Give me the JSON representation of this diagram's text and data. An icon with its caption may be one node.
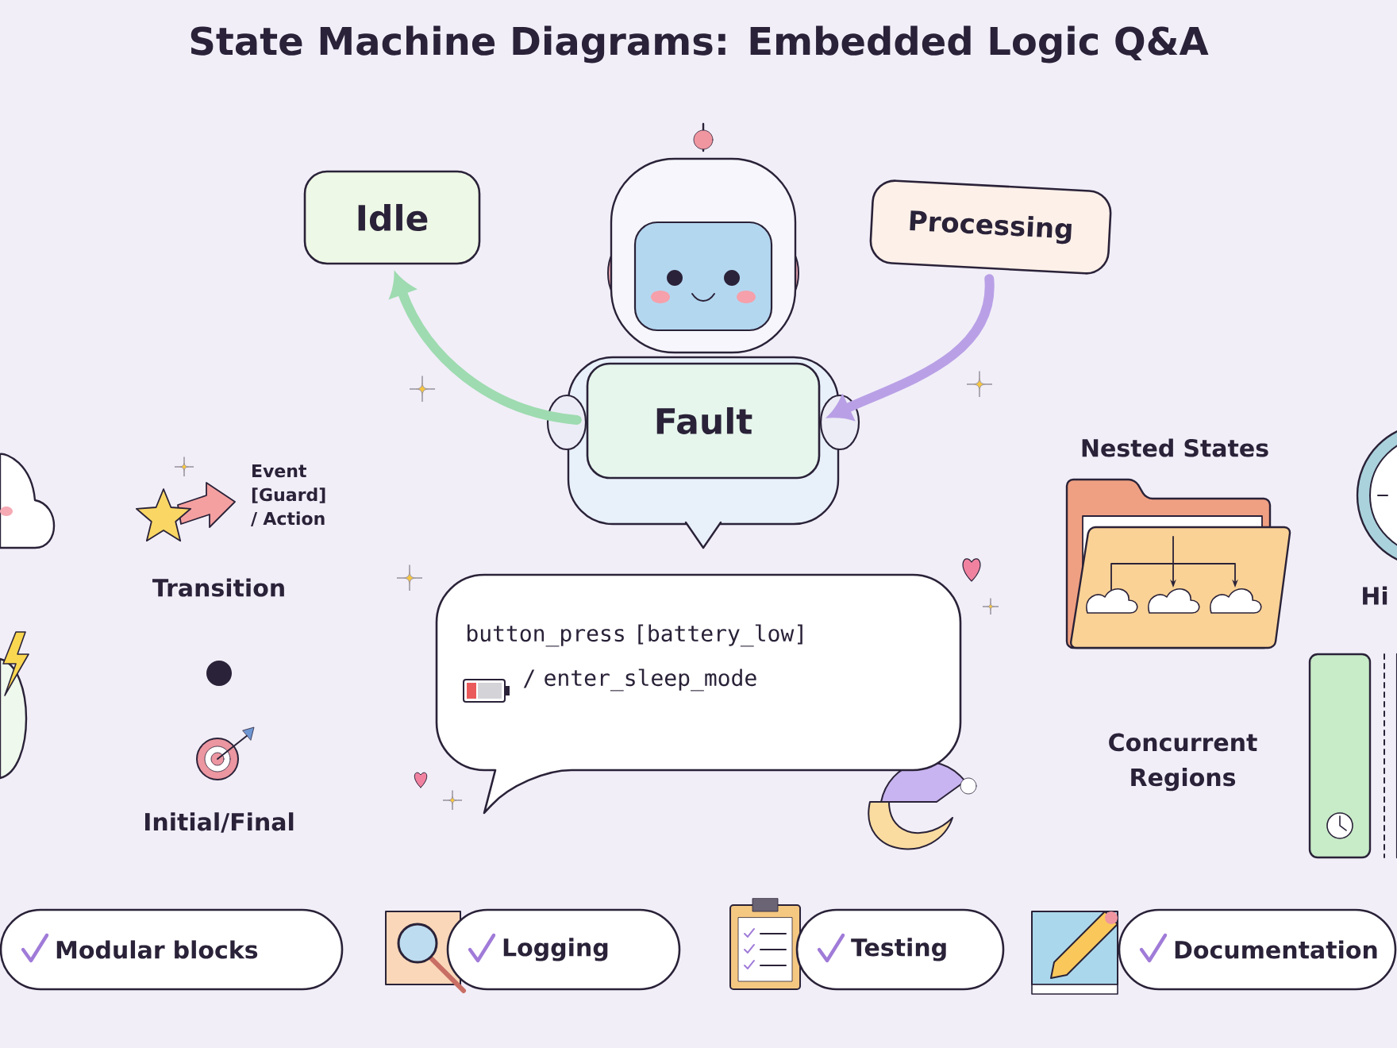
{
  "diagram": {
    "title": "State Machine Diagrams: Embedded Logic Q&A",
    "nodes": [
      {
        "text": [
          "Idle"
        ]
      },
      {
        "text": [
          "Processing"
        ]
      },
      {
        "text": [
          "Fault"
        ]
      },
      {
        "text": [
          "button_press [battery_low] / enter_sleep_mode"
        ]
      },
      {
        "text": [
          "Modular blocks"
        ]
      },
      {
        "text": [
          "Logging"
        ]
      },
      {
        "text": [
          "Testing"
        ]
      },
      {
        "text": [
          "Documentation"
        ]
      }
    ],
    "edges": [
      {
        "from": 2,
        "to": 0,
        "arrow": "to",
        "color": "#9edbb0"
      },
      {
        "from": 1,
        "to": 2,
        "arrow": "to",
        "color": "#b9a0e6"
      }
    ],
    "labels": [
      "Event [Guard] / Action",
      "Transition",
      "Initial/Final",
      "Nested States",
      "Hi",
      "Concurrent Regions"
    ]
  }
}
